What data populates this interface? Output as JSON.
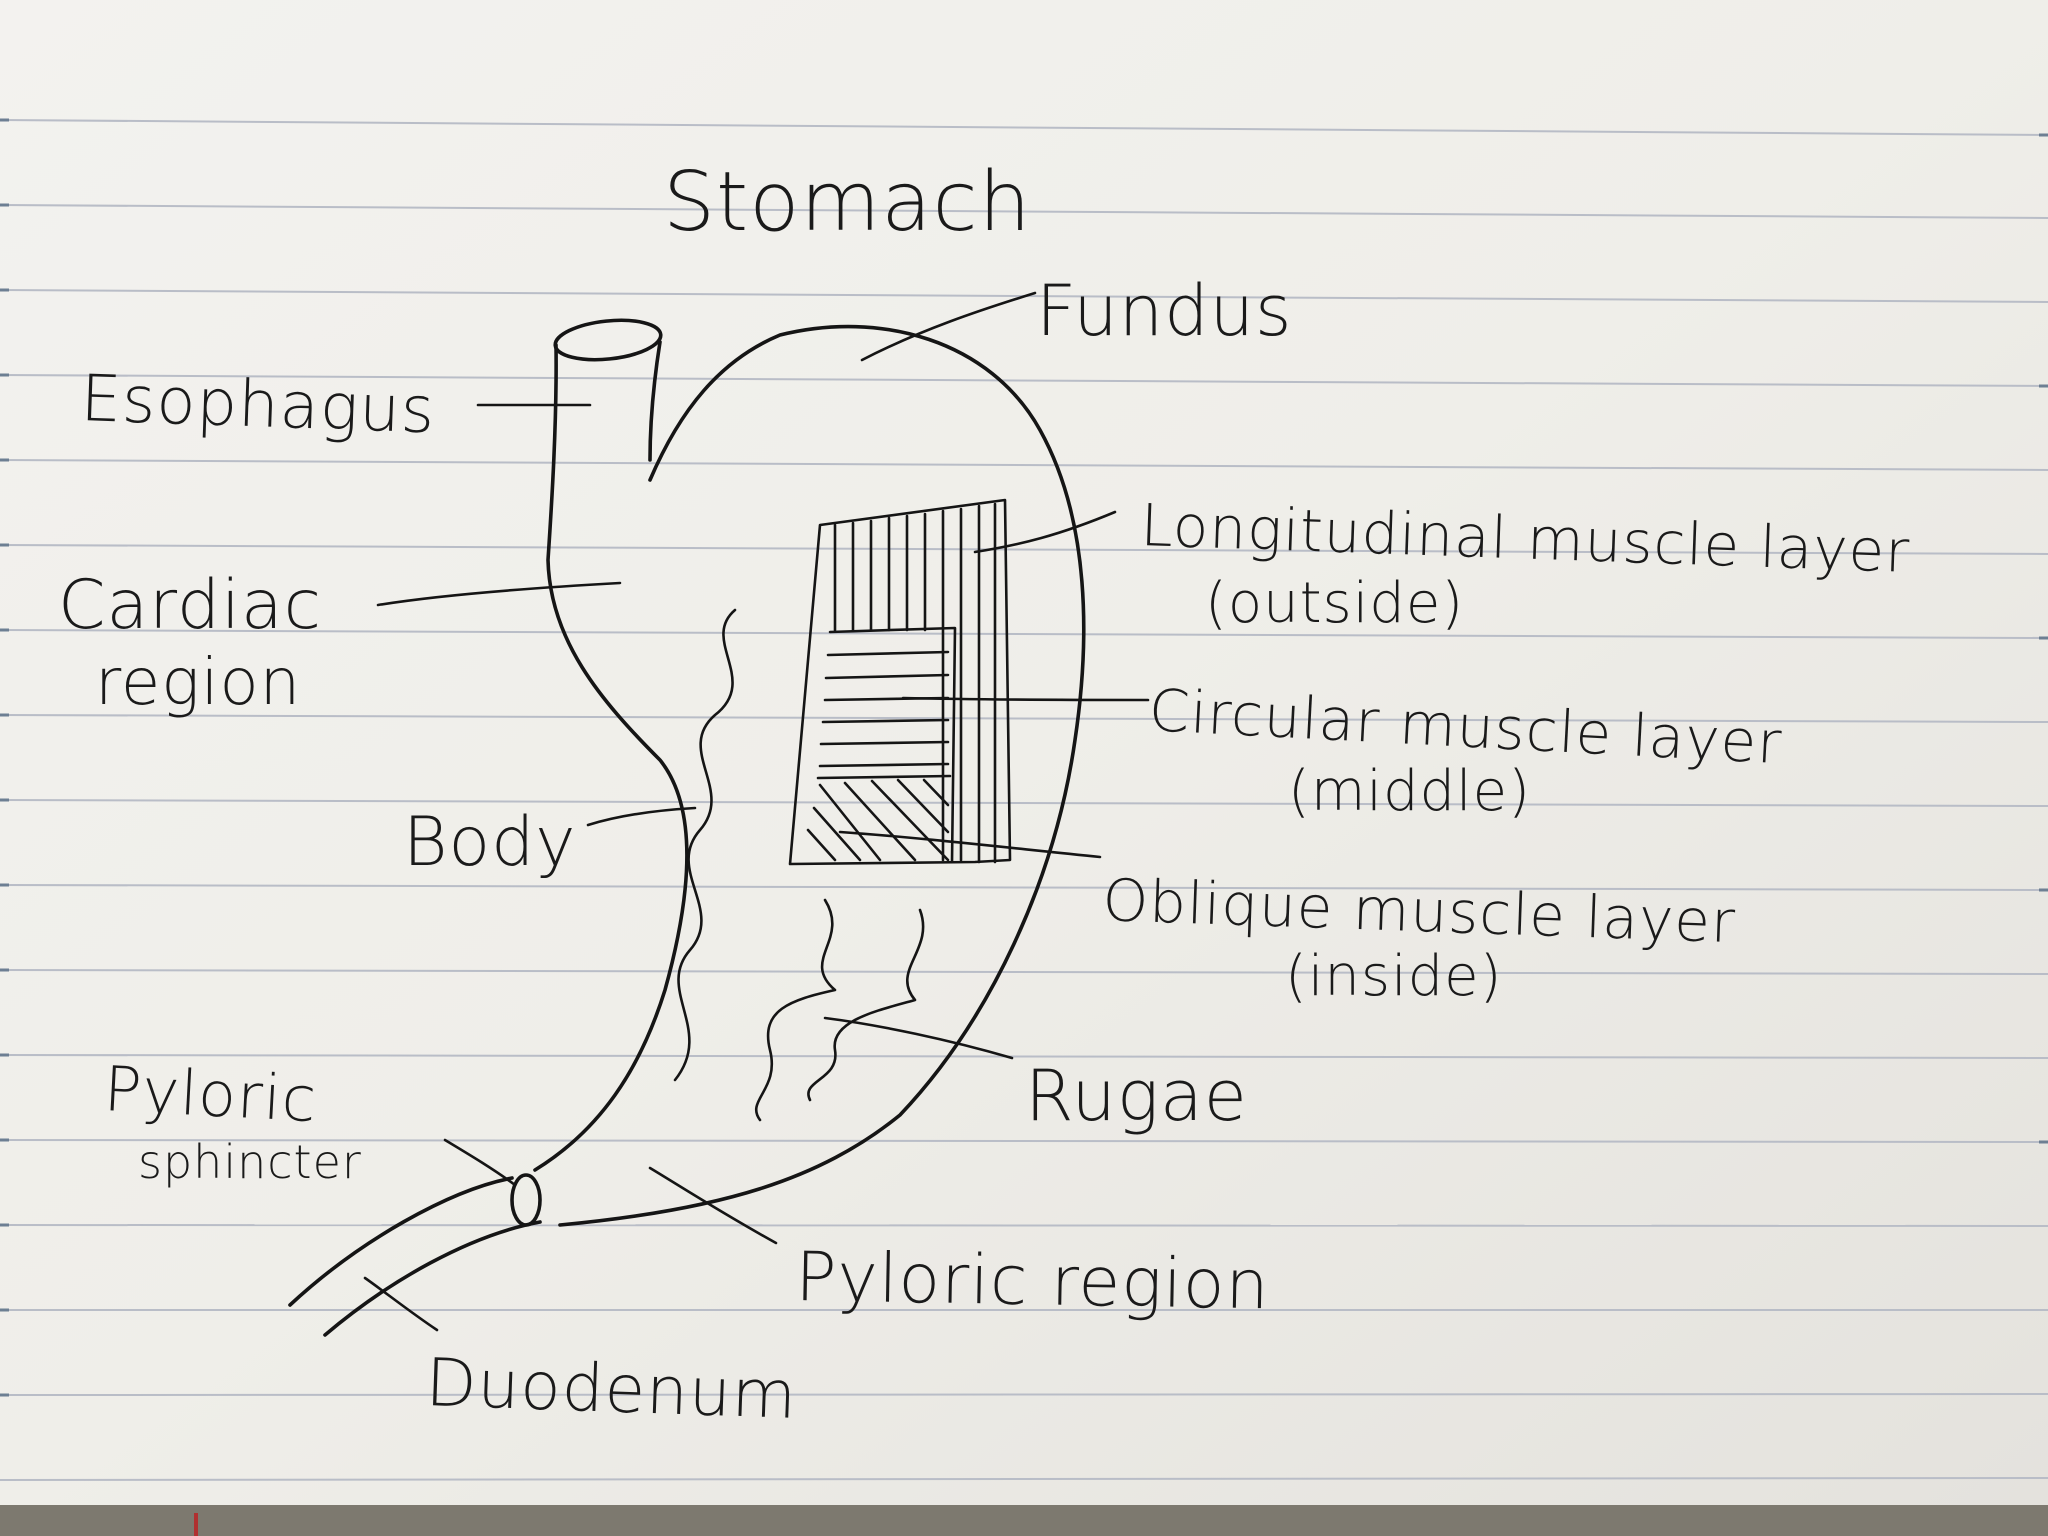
{
  "diagram": {
    "title": "Stomach",
    "labels": {
      "fundus": "Fundus",
      "esophagus": "Esophagus",
      "cardiac_1": "Cardiac",
      "cardiac_2": "region",
      "longitudinal_1": "Longitudinal muscle layer",
      "longitudinal_2": "(outside)",
      "circular_1": "Circular muscle layer",
      "circular_2": "(middle)",
      "oblique_1": "Oblique muscle layer",
      "oblique_2": "(inside)",
      "body": "Body",
      "rugae": "Rugae",
      "pyloric_1": "Pyloric",
      "pyloric_2": "sphincter",
      "pyloric_region": "Pyloric region",
      "duodenum": "Duodenum"
    }
  }
}
